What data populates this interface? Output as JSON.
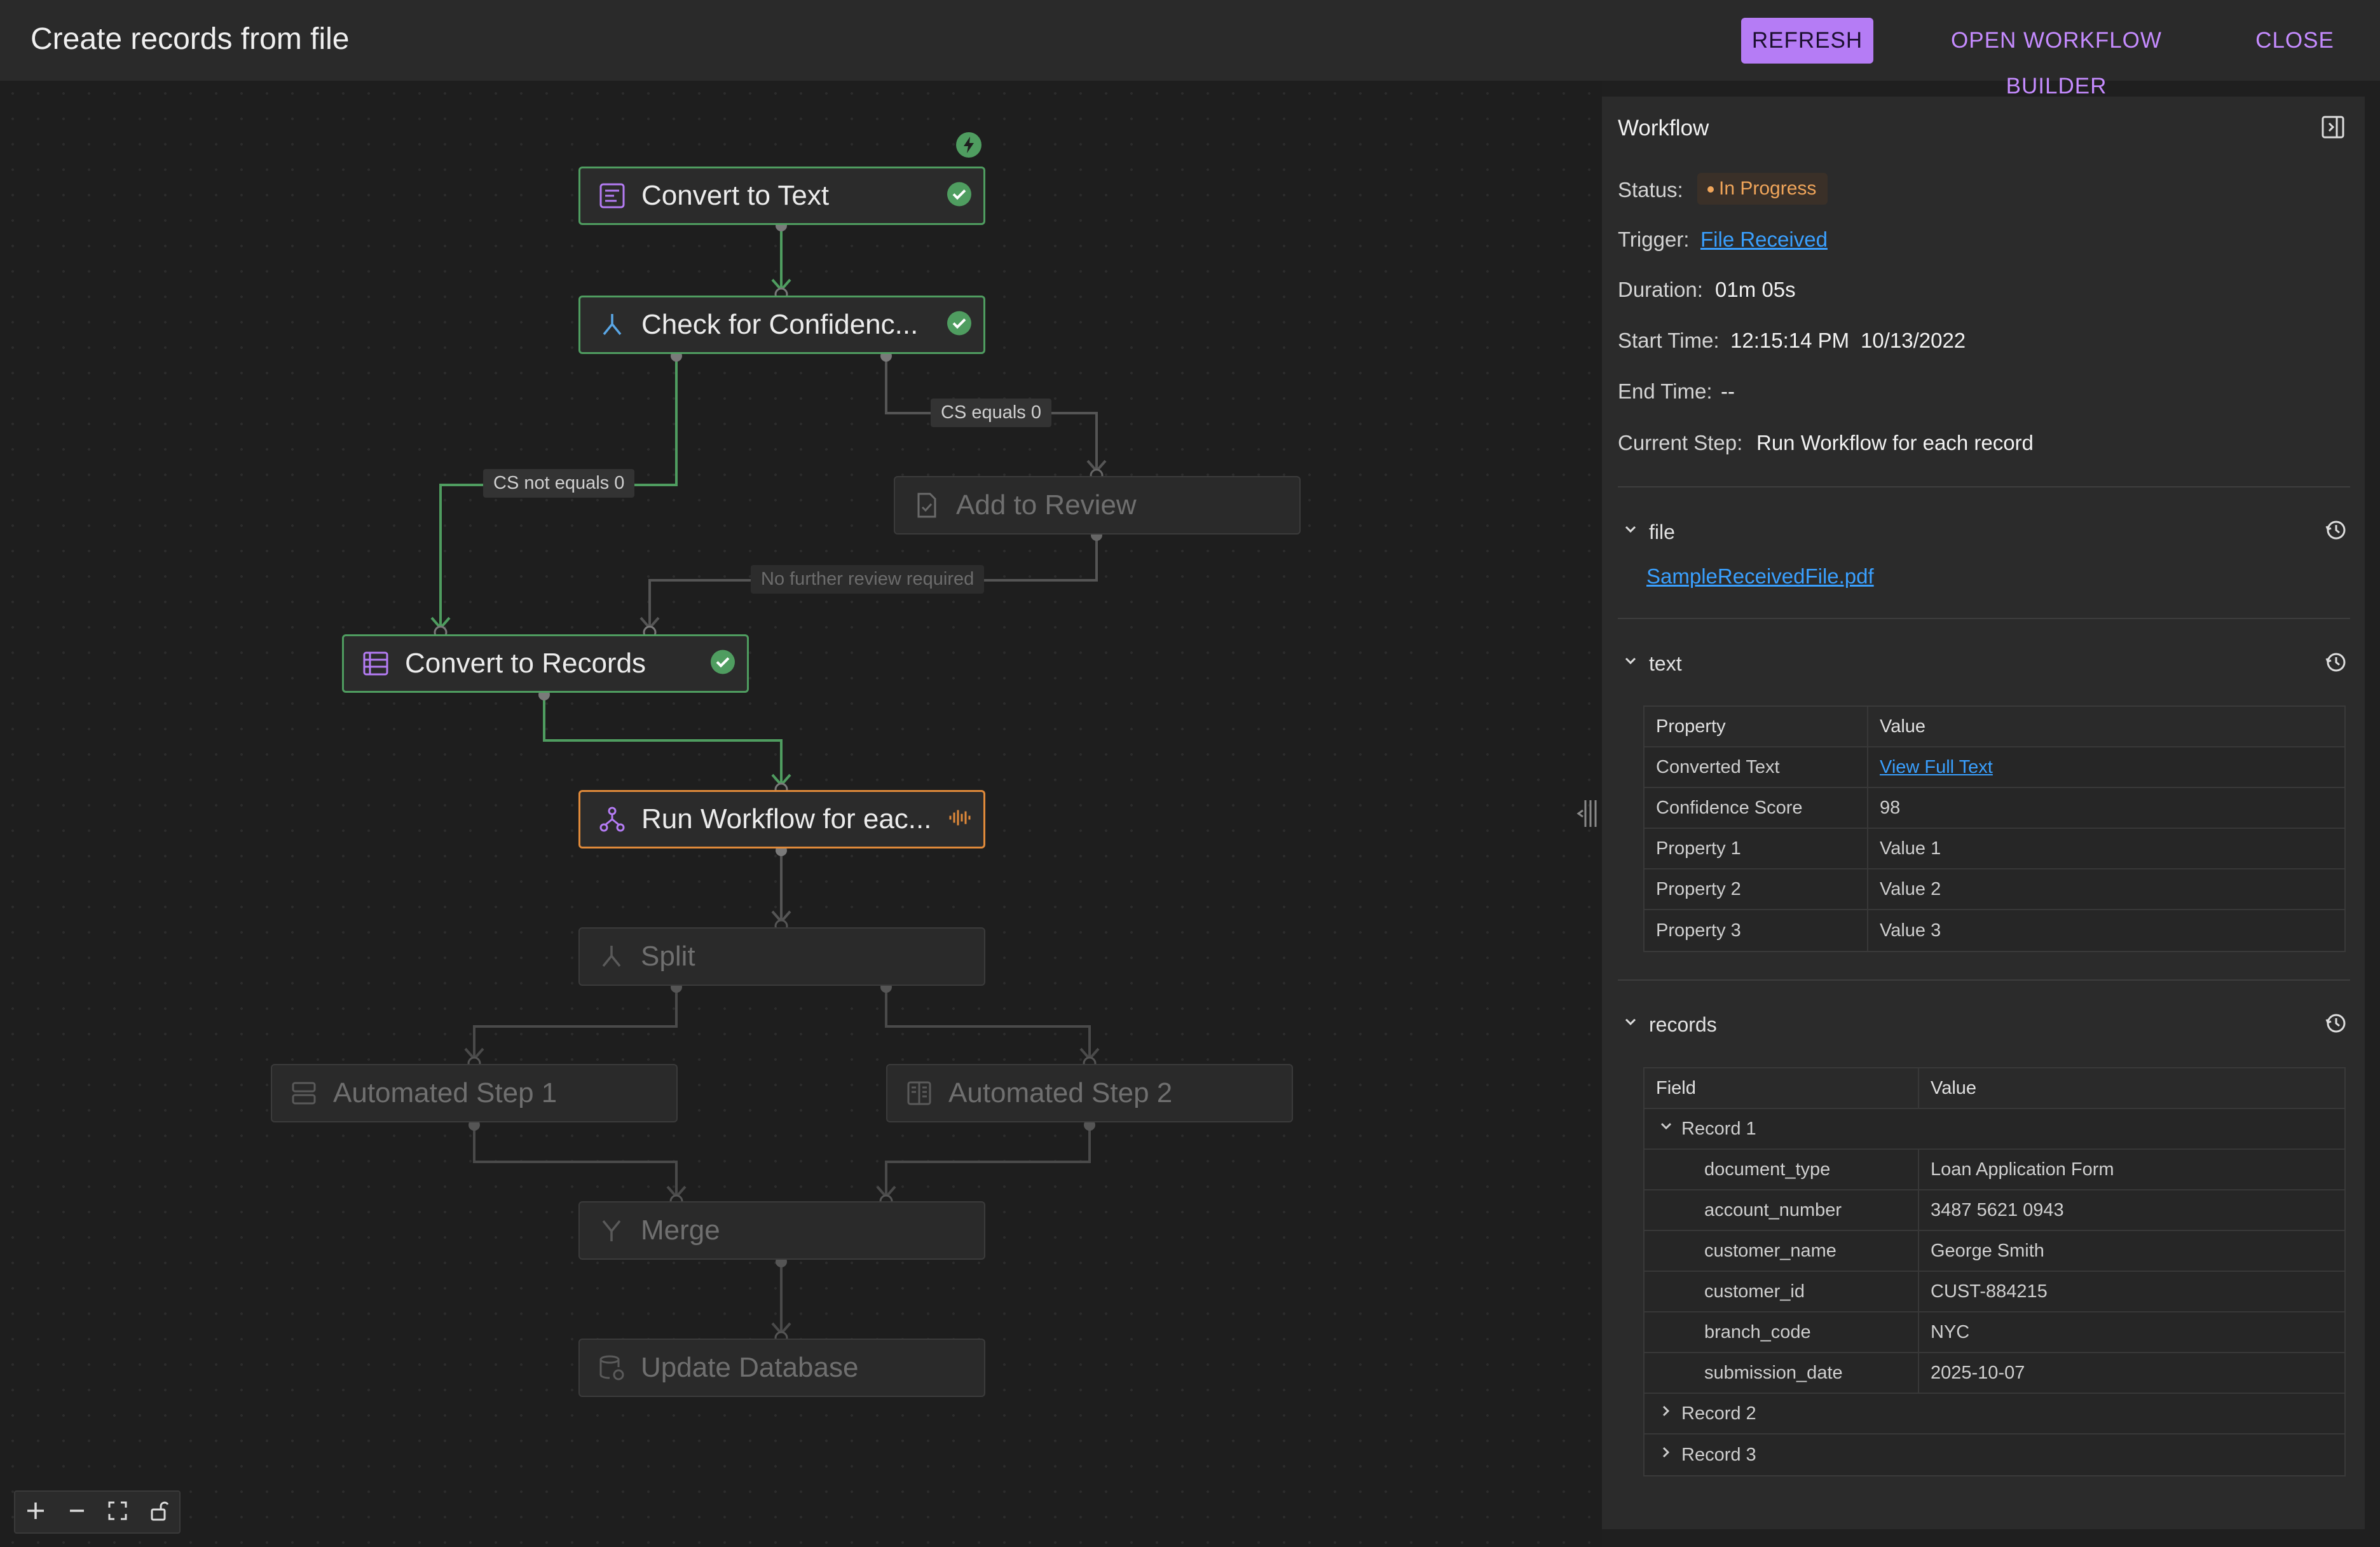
{
  "header": {
    "title": "Create records from file",
    "refresh_label": "REFRESH",
    "open_builder_label": "OPEN WORKFLOW BUILDER",
    "close_label": "CLOSE"
  },
  "canvas": {
    "nodes": {
      "convert_to_text": "Convert to Text",
      "check_confidence": "Check for Confidenc...",
      "add_to_review": "Add to Review",
      "convert_to_records": "Convert to Records",
      "run_workflow": "Run Workflow for eac...",
      "split": "Split",
      "automated_step_1": "Automated Step 1",
      "automated_step_2": "Automated Step 2",
      "merge": "Merge",
      "update_database": "Update Database"
    },
    "edge_labels": {
      "cs_equals": "CS equals 0",
      "cs_not_equals": "CS not equals 0",
      "no_further_review": "No further review required"
    },
    "icons": {
      "trigger": "lightning-icon",
      "done": "check-circle-icon",
      "active": "activity-wave-icon"
    },
    "colors": {
      "done": "#4f9d60",
      "active": "#e08a3a",
      "accent": "#b57cf5",
      "link": "#3aa0ff"
    }
  },
  "panel": {
    "title": "Workflow",
    "status_label": "Status:",
    "status_value": "In Progress",
    "trigger_label": "Trigger:",
    "trigger_value": "File Received",
    "duration_label": "Duration:",
    "duration_value": "01m 05s",
    "start_label": "Start Time:",
    "start_time": "12:15:14 PM",
    "start_date": "10/13/2022",
    "end_label": "End Time:",
    "end_value": "--",
    "current_step_label": "Current Step:",
    "current_step_value": "Run Workflow for each record",
    "file_section": {
      "title": "file",
      "file_name": "SampleReceivedFile.pdf"
    },
    "text_section": {
      "title": "text",
      "headers": [
        "Property",
        "Value"
      ],
      "rows": [
        [
          "Converted Text",
          "View Full Text"
        ],
        [
          "Confidence Score",
          "98"
        ],
        [
          "Property 1",
          "Value 1"
        ],
        [
          "Property 2",
          "Value 2"
        ],
        [
          "Property 3",
          "Value 3"
        ]
      ]
    },
    "records_section": {
      "title": "records",
      "headers": [
        "Field",
        "Value"
      ],
      "record1": "Record 1",
      "fields": [
        [
          "document_type",
          "Loan Application Form"
        ],
        [
          "account_number",
          "3487 5621 0943"
        ],
        [
          "customer_name",
          "George Smith"
        ],
        [
          "customer_id",
          "CUST-884215"
        ],
        [
          "branch_code",
          "NYC"
        ],
        [
          "submission_date",
          "2025-10-07"
        ]
      ],
      "record2": "Record 2",
      "record3": "Record 3"
    }
  }
}
